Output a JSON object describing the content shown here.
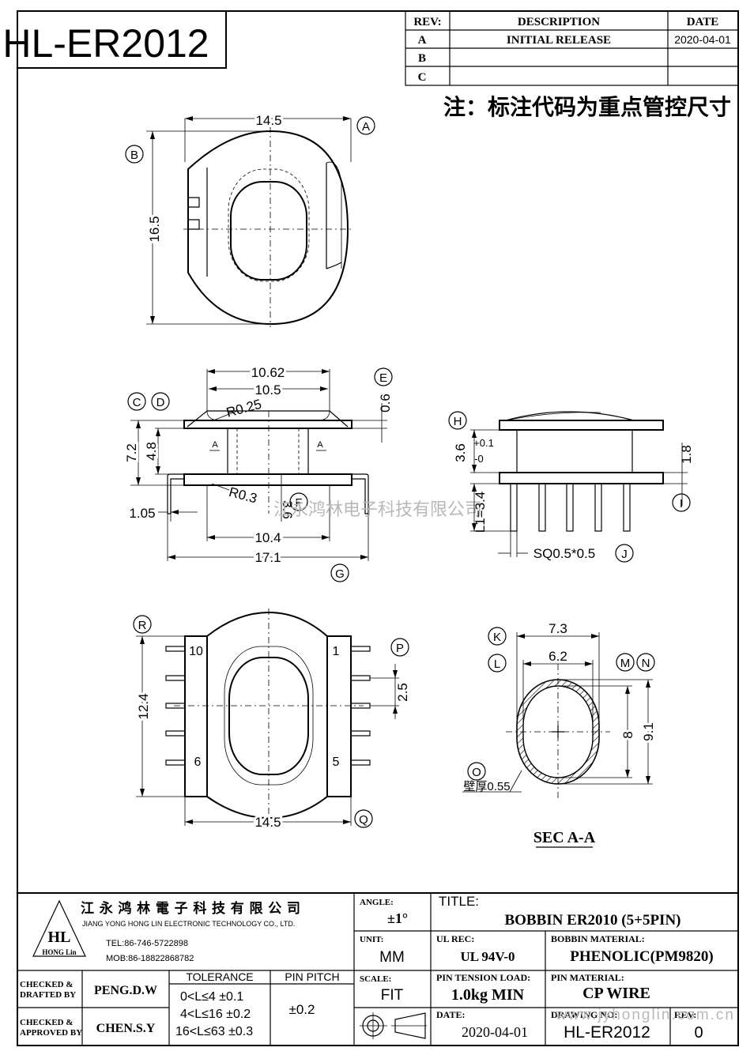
{
  "part_number": "HL-ER2012",
  "rev_table": {
    "headers": [
      "REV:",
      "DESCRIPTION",
      "DATE"
    ],
    "rows": [
      {
        "rev": "A",
        "desc": "INITIAL  RELEASE",
        "date": "2020-04-01"
      },
      {
        "rev": "B",
        "desc": "",
        "date": ""
      },
      {
        "rev": "C",
        "desc": "",
        "date": ""
      }
    ]
  },
  "note": "注：标注代码为重点管控尺寸",
  "watermark": "江永鸿林电子科技有限公司",
  "watermark_url": "www.jyhonglin.com.cn",
  "top_view": {
    "dims": {
      "width": "14.5",
      "height": "16.5"
    },
    "labels": {
      "a": "A",
      "b": "B"
    }
  },
  "side_view": {
    "dims": {
      "d1062": "10.62",
      "d105": "10.5",
      "r025": "R0.25",
      "d06": "0.6",
      "d72": "7.2",
      "d48": "4.8",
      "r03": "R0.3",
      "d36": "3.6",
      "d105b": "1.05",
      "d104": "10.4",
      "d171": "17.1"
    },
    "labels": {
      "c": "C",
      "d": "D",
      "e": "E",
      "f": "F",
      "g": "G"
    },
    "section_marks": [
      "A",
      "A"
    ]
  },
  "end_view": {
    "dims": {
      "d36": "3.6",
      "tol_plus": "+0.1",
      "tol_minus": "-0",
      "d18": "1.8",
      "l1": "L1=3.4",
      "sq": "SQ0.5*0.5"
    },
    "labels": {
      "h": "H",
      "i": "I",
      "j": "J"
    }
  },
  "bottom_view": {
    "dims": {
      "d124": "12.4",
      "d25": "2.5",
      "d145": "14.5"
    },
    "pins": {
      "p10": "10",
      "p1": "1",
      "p6": "6",
      "p5": "5"
    },
    "labels": {
      "r": "R",
      "p": "P",
      "q": "Q"
    }
  },
  "section_view": {
    "dims": {
      "d73": "7.3",
      "d62": "6.2",
      "d8": "8",
      "d91": "9.1",
      "wall": "壁厚0.55"
    },
    "labels": {
      "k": "K",
      "l": "L",
      "m": "M",
      "n": "N",
      "o": "O"
    },
    "title": "SEC A-A"
  },
  "title_block": {
    "company_cn": "江 永 鸿 林 電 子 科 技 有 限 公 司",
    "company_en": "JIANG YONG HONG LIN ELECTRONIC TECHNOLOGY CO., LTD.",
    "logo_text": "HL",
    "logo_sub": "HONG Lin",
    "tel": "TEL:86-746-5722898",
    "mob": "MOB:86-18822868782",
    "angle_label": "ANGLE:",
    "angle_value": "±1°",
    "unit_label": "UNIT:",
    "unit_value": "MM",
    "scale_label": "SCALE:",
    "scale_value": "FIT",
    "title_label": "TITLE:",
    "title_value": "BOBBIN ER2010 (5+5PIN)",
    "ul_label": "UL REC:",
    "ul_value": "UL 94V-0",
    "bobbin_mat_label": "BOBBIN MATERIAL:",
    "bobbin_mat_value": "PHENOLIC(PM9820)",
    "pin_tension_label": "PIN TENSION LOAD:",
    "pin_tension_value": "1.0kg MIN",
    "pin_mat_label": "PIN MATERIAL:",
    "pin_mat_value": "CP WIRE",
    "date_label": "DATE:",
    "date_value": "2020-04-01",
    "drawing_no_label": "DRAWING NO:",
    "drawing_no_value": "HL-ER2012",
    "rev_label": "REV:",
    "rev_value": "0",
    "checked_drafted_label_1": "CHECKED &",
    "checked_drafted_label_2": "DRAFTED BY",
    "checked_drafted_value": "PENG.D.W",
    "checked_approved_label_1": "CHECKED &",
    "checked_approved_label_2": "APPROVED BY",
    "checked_approved_value": "CHEN.S.Y",
    "tolerance_label": "TOLERANCE",
    "tolerance_rows": [
      "0<L≤4   ±0.1",
      "4<L≤16  ±0.2",
      "16<L≤63 ±0.3"
    ],
    "pin_pitch_label": "PIN PITCH",
    "pin_pitch_value": "±0.2"
  }
}
